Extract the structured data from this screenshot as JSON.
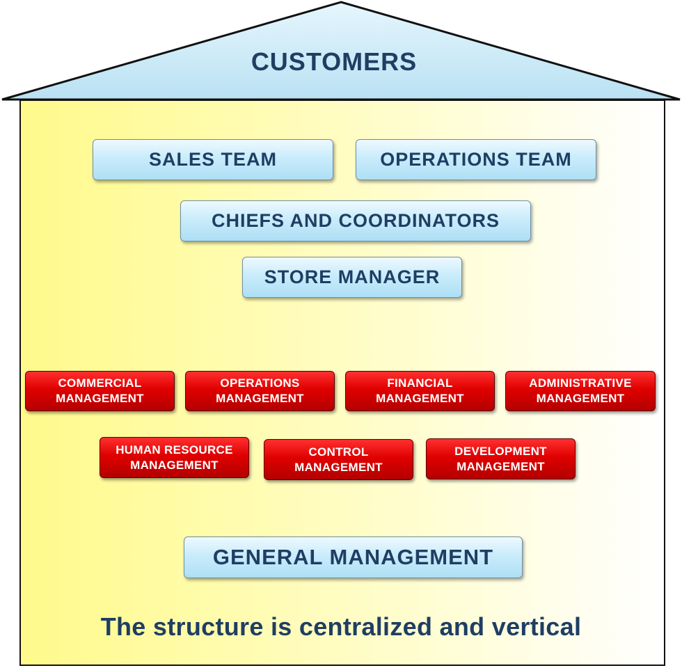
{
  "roof": {
    "label": "CUSTOMERS"
  },
  "teams": {
    "sales": "SALES TEAM",
    "operations": "OPERATIONS TEAM"
  },
  "chiefs": "CHIEFS AND COORDINATORS",
  "store_manager": "STORE MANAGER",
  "departments_row1": [
    "COMMERCIAL\nMANAGEMENT",
    "OPERATIONS\nMANAGEMENT",
    "FINANCIAL\nMANAGEMENT",
    "ADMINISTRATIVE\nMANAGEMENT"
  ],
  "departments_row2": [
    "HUMAN RESOURCE\nMANAGEMENT",
    "CONTROL\nMANAGEMENT",
    "DEVELOPMENT\nMANAGEMENT"
  ],
  "general_management": "GENERAL MANAGEMENT",
  "caption": "The structure is centralized and vertical",
  "colors": {
    "roof_fill": "#cdebf7",
    "body_fill": "#fffa8a",
    "blue_box": "#c9ecfb",
    "red_box": "#e00000",
    "text_dark_blue": "#1f3e63"
  }
}
